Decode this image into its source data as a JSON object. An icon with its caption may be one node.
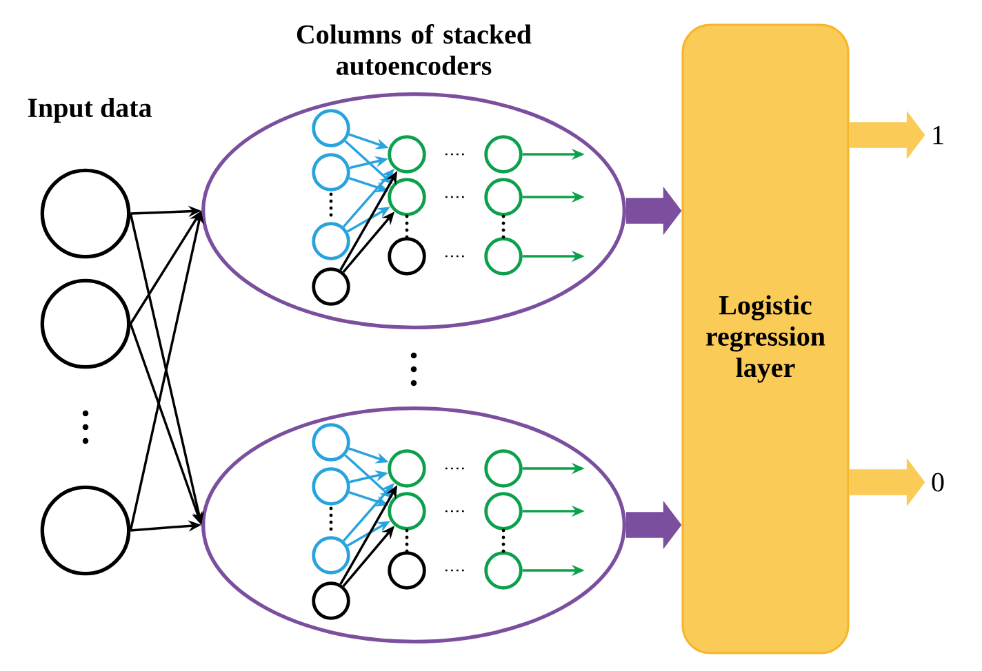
{
  "diagram": {
    "nodes": [
      {
        "text": [],
        "shape": "circle"
      },
      {
        "text": [],
        "shape": "circle"
      },
      {
        "text": [],
        "shape": "circle"
      },
      {
        "text": [],
        "shape": "ellipse"
      },
      {
        "text": [],
        "shape": "circle",
        "in": 3
      },
      {
        "text": [],
        "shape": "circle",
        "in": 3
      },
      {
        "text": [],
        "shape": "circle",
        "in": 3
      },
      {
        "text": [],
        "shape": "circle",
        "in": 3
      },
      {
        "text": [],
        "shape": "circle",
        "in": 3
      },
      {
        "text": [],
        "shape": "circle",
        "in": 3
      },
      {
        "text": [],
        "shape": "circle",
        "in": 3
      },
      {
        "text": [],
        "shape": "circle",
        "in": 3
      },
      {
        "text": [],
        "shape": "circle",
        "in": 3
      },
      {
        "text": [],
        "shape": "circle",
        "in": 3
      },
      {
        "text": [],
        "shape": "ellipse"
      },
      {
        "text": [],
        "shape": "circle",
        "in": 14
      },
      {
        "text": [],
        "shape": "circle",
        "in": 14
      },
      {
        "text": [],
        "shape": "circle",
        "in": 14
      },
      {
        "text": [],
        "shape": "circle",
        "in": 14
      },
      {
        "text": [],
        "shape": "circle",
        "in": 14
      },
      {
        "text": [],
        "shape": "circle",
        "in": 14
      },
      {
        "text": [],
        "shape": "circle",
        "in": 14
      },
      {
        "text": [],
        "shape": "circle",
        "in": 14
      },
      {
        "text": [],
        "shape": "circle",
        "in": 14
      },
      {
        "text": [],
        "shape": "circle",
        "in": 14
      },
      {
        "text": [
          "Logistic regression layer"
        ]
      },
      {
        "text": [
          "1"
        ]
      },
      {
        "text": [
          "0"
        ]
      }
    ],
    "edges": [
      {
        "from": 0,
        "to": 3,
        "arrow": "to",
        "color": "#000000"
      },
      {
        "from": 0,
        "to": 14,
        "arrow": "to",
        "color": "#000000"
      },
      {
        "from": 1,
        "to": 3,
        "arrow": "to",
        "color": "#000000"
      },
      {
        "from": 1,
        "to": 14,
        "arrow": "to",
        "color": "#000000"
      },
      {
        "from": 2,
        "to": 3,
        "arrow": "to",
        "color": "#000000"
      },
      {
        "from": 2,
        "to": 14,
        "arrow": "to",
        "color": "#000000"
      },
      {
        "from": 4,
        "to": 8,
        "arrow": "to",
        "color": "#29a3dd"
      },
      {
        "from": 4,
        "to": 9,
        "arrow": "to",
        "color": "#29a3dd"
      },
      {
        "from": 5,
        "to": 8,
        "arrow": "to",
        "color": "#29a3dd"
      },
      {
        "from": 5,
        "to": 9,
        "arrow": "to",
        "color": "#29a3dd"
      },
      {
        "from": 6,
        "to": 8,
        "arrow": "to",
        "color": "#29a3dd"
      },
      {
        "from": 6,
        "to": 9,
        "arrow": "to",
        "color": "#29a3dd"
      },
      {
        "from": 7,
        "to": 8,
        "arrow": "to",
        "color": "#000000"
      },
      {
        "from": 7,
        "to": 9,
        "arrow": "to",
        "color": "#000000"
      },
      {
        "from": 11,
        "to": null,
        "arrow": "to",
        "color": "#0ca04b"
      },
      {
        "from": 12,
        "to": null,
        "arrow": "to",
        "color": "#0ca04b"
      },
      {
        "from": 13,
        "to": null,
        "arrow": "to",
        "color": "#0ca04b"
      },
      {
        "from": 15,
        "to": 19,
        "arrow": "to",
        "color": "#29a3dd"
      },
      {
        "from": 15,
        "to": 20,
        "arrow": "to",
        "color": "#29a3dd"
      },
      {
        "from": 16,
        "to": 19,
        "arrow": "to",
        "color": "#29a3dd"
      },
      {
        "from": 16,
        "to": 20,
        "arrow": "to",
        "color": "#29a3dd"
      },
      {
        "from": 17,
        "to": 19,
        "arrow": "to",
        "color": "#29a3dd"
      },
      {
        "from": 17,
        "to": 20,
        "arrow": "to",
        "color": "#29a3dd"
      },
      {
        "from": 18,
        "to": 19,
        "arrow": "to",
        "color": "#000000"
      },
      {
        "from": 18,
        "to": 20,
        "arrow": "to",
        "color": "#000000"
      },
      {
        "from": 22,
        "to": null,
        "arrow": "to",
        "color": "#0ca04b"
      },
      {
        "from": 23,
        "to": null,
        "arrow": "to",
        "color": "#0ca04b"
      },
      {
        "from": 24,
        "to": null,
        "arrow": "to",
        "color": "#0ca04b"
      },
      {
        "from": 3,
        "to": 25,
        "arrow": "to",
        "style": "thick",
        "color": "#7b4f9e"
      },
      {
        "from": 14,
        "to": 25,
        "arrow": "to",
        "style": "thick",
        "color": "#7b4f9e"
      },
      {
        "from": 25,
        "to": 26,
        "arrow": "to",
        "style": "thick",
        "color": "#fbcb57"
      },
      {
        "from": 25,
        "to": 27,
        "arrow": "to",
        "style": "thick",
        "color": "#fbcb57"
      }
    ],
    "labels": [
      "Input data",
      "Columns of stacked autoencoders"
    ]
  }
}
